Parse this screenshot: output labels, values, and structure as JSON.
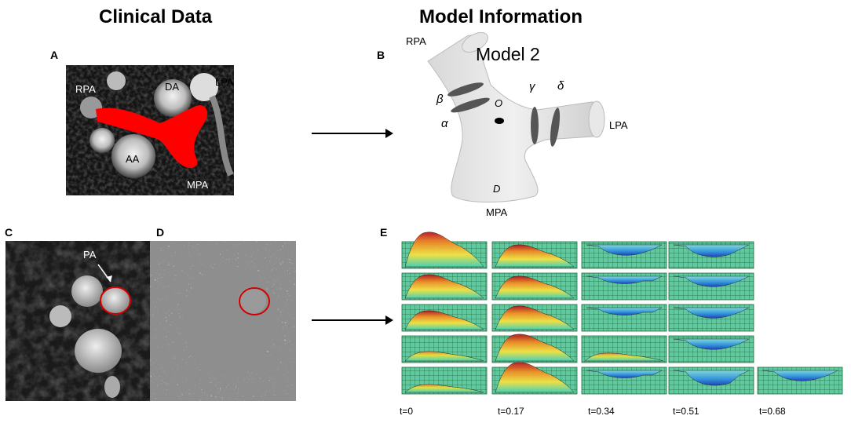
{
  "headers": {
    "clinical": "Clinical Data",
    "model": "Model Information"
  },
  "panels": {
    "a": "A",
    "b": "B",
    "c": "C",
    "d": "D",
    "e": "E"
  },
  "panel_a": {
    "rpa": "RPA",
    "da": "DA",
    "lpa": "LPA",
    "aa": "AA",
    "mpa": "MPA"
  },
  "panel_b": {
    "title": "Model 2",
    "rpa": "RPA",
    "lpa": "LPA",
    "mpa": "MPA",
    "beta": "β",
    "alpha": "α",
    "gamma": "γ",
    "delta": "δ",
    "o": "O",
    "d": "D"
  },
  "panel_c": {
    "pa": "PA"
  },
  "panel_e": {
    "times": [
      "t=0",
      "t=0.17",
      "t=0.34",
      "t=0.51",
      "t=0.68"
    ]
  },
  "colors": {
    "segmentation": "#ff0000",
    "roi": "#d40000",
    "grid": "#2f8f4e",
    "arrow": "#000000"
  }
}
